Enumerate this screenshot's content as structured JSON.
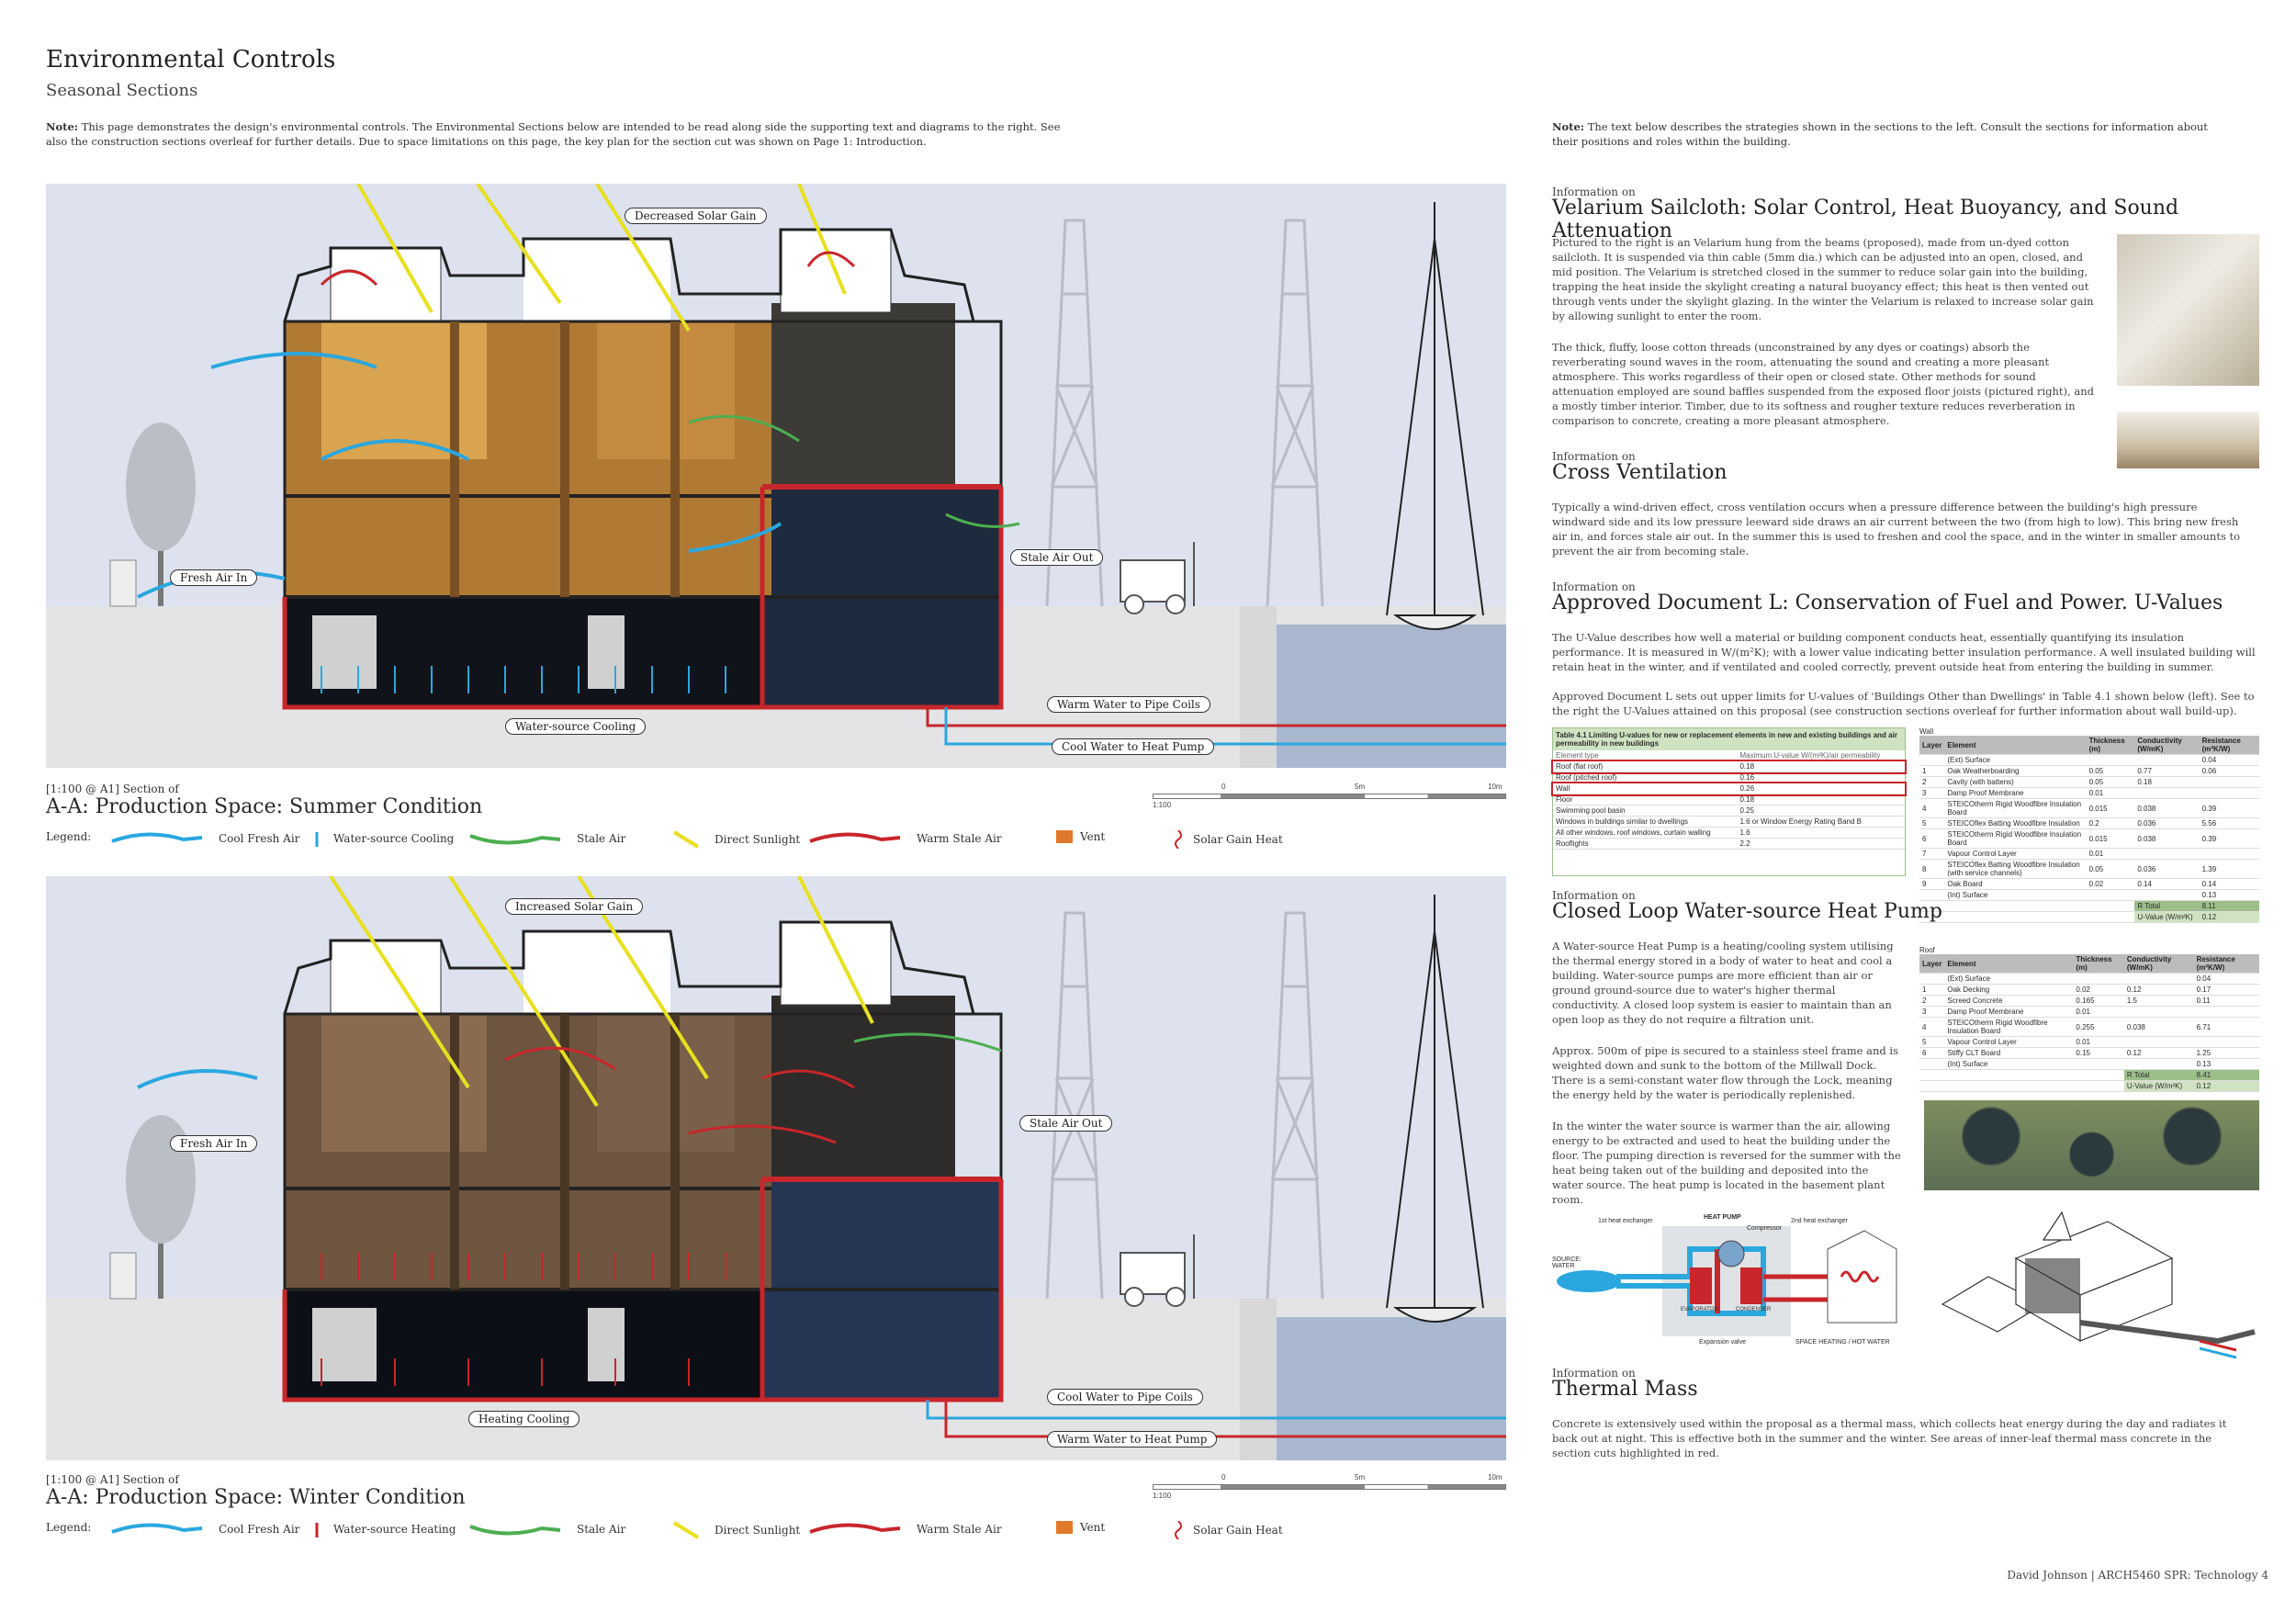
{
  "header": {
    "title": "Environmental Controls",
    "subtitle": "Seasonal Sections",
    "note_label": "Note:",
    "note_text": "This page demonstrates the design's environmental controls. The Environmental Sections below are intended to be read along side the supporting text and diagrams to the right. See also the construction sections overleaf for further details. Due to space limitations on this page, the key plan for the section cut was shown on Page 1: Introduction."
  },
  "right_note": {
    "label": "Note:",
    "text": "The text below describes the strategies shown in the sections to the left. Consult the sections for information about their positions and roles within the building."
  },
  "summer": {
    "scale_caption": "[1:100 @ A1] Section of",
    "title": "A-A: Production Space: Summer Condition",
    "labels": {
      "solar": "Decreased Solar Gain",
      "fresh": "Fresh Air In",
      "stale": "Stale Air Out",
      "cooling": "Water-source Cooling",
      "warm_pipe": "Warm Water to Pipe Coils",
      "cool_pump": "Cool Water to Heat Pump"
    },
    "legend": [
      "Legend:",
      "Cool Fresh Air",
      "Water-source Cooling",
      "Stale Air",
      "Direct Sunlight",
      "Warm Stale Air",
      "Vent",
      "Solar Gain Heat"
    ]
  },
  "winter": {
    "scale_caption": "[1:100 @ A1] Section of",
    "title": "A-A: Production Space: Winter Condition",
    "labels": {
      "solar": "Increased Solar Gain",
      "fresh": "Fresh Air In",
      "stale": "Stale Air Out",
      "heating": "Heating Cooling",
      "cool_pipe": "Cool Water to Pipe Coils",
      "warm_pump": "Warm Water to Heat Pump"
    },
    "legend": [
      "Legend:",
      "Cool Fresh Air",
      "Water-source Heating",
      "Stale Air",
      "Direct Sunlight",
      "Warm Stale Air",
      "Vent",
      "Solar Gain Heat"
    ]
  },
  "scalebar": {
    "zero": "0",
    "five": "5m",
    "ten": "10m",
    "ratio": "1:100"
  },
  "sections": [
    {
      "pre": "Information on",
      "heading": "Velarium Sailcloth: Solar Control, Heat Buoyancy, and Sound Attenuation",
      "p1": "Pictured to the right is an Velarium hung from the beams (proposed), made from un-dyed cotton sailcloth. It is suspended via thin cable (5mm dia.) which can be adjusted into an open, closed, and mid position. The Velarium is stretched closed in the summer to reduce solar gain into the building, trapping the heat inside the skylight creating a natural buoyancy effect; this heat is then vented out through vents under the skylight glazing. In the winter the Velarium is relaxed to increase solar gain by allowing sunlight to enter the room.",
      "p2": "The thick, fluffy, loose cotton threads (unconstrained by any dyes or coatings) absorb the reverberating sound waves in the room, attenuating the sound and creating a more pleasant atmosphere. This works regardless of their open or closed state. Other methods for sound attenuation employed are sound baffles suspended from the exposed floor joists (pictured right), and a mostly timber interior. Timber, due to its softness and rougher texture reduces reverberation in comparison to concrete, creating a more pleasant atmosphere."
    },
    {
      "pre": "Information on",
      "heading": "Cross Ventilation",
      "p1": "Typically a wind-driven effect, cross ventilation occurs when a pressure difference between the building's high pressure windward side and its low pressure leeward side draws an air current between the two (from high to low). This bring new fresh air in, and forces stale air out. In the summer this is used to freshen and cool the space, and in the winter in smaller amounts to prevent the air from becoming stale."
    },
    {
      "pre": "Information on",
      "heading": "Approved Document L: Conservation of Fuel and Power. U-Values",
      "p1": "The U-Value describes how well a material or building component conducts heat, essentially quantifying its insulation performance. It is measured in W/(m²K); with a lower value indicating better insulation performance. A well insulated building will retain heat in the winter, and if ventilated and cooled correctly, prevent outside heat from entering the building in summer.",
      "p2": "Approved Document L sets out upper limits for U-values of 'Buildings Other than Dwellings' in Table 4.1 shown below (left). See to the right the U-Values attained on this proposal (see construction sections overleaf for further information about wall build-up)."
    },
    {
      "pre": "Information on",
      "heading": "Closed Loop Water-source Heat Pump",
      "p1": "A Water-source Heat Pump is a heating/cooling system utilising the thermal energy stored in a body of water to heat and cool a building. Water-source pumps are more efficient than air or ground ground-source due to water's higher thermal conductivity. A closed loop system is easier to maintain than an open loop as they do not require a filtration unit.",
      "p2": "Approx. 500m of pipe is secured to a stainless steel frame and is weighted down and sunk to the bottom of the Millwall Dock. There is a semi-constant water flow through the Lock, meaning the energy held by the water is periodically replenished.",
      "p3": "In the winter the water source is warmer than the air, allowing energy to be extracted and used to heat the building under the floor. The pumping direction is reversed for the summer with the heat being taken out of the building and deposited into the water source. The heat pump is located in the basement plant room."
    },
    {
      "pre": "Information on",
      "heading": "Thermal Mass",
      "p1": "Concrete is extensively used within the proposal as a thermal mass, which collects heat energy during the day and radiates it back out at night. This is effective both in the summer and the winter. See areas of inner-leaf thermal mass concrete in the section cuts highlighted in red."
    }
  ],
  "table41": {
    "title": "Table 4.1 Limiting U-values for new or replacement elements in new and existing buildings and air permeability in new buildings",
    "head": [
      "Element type",
      "Maximum U-value W/(m²K)/air permeability"
    ],
    "rows": [
      [
        "Roof (flat roof)",
        "0.18"
      ],
      [
        "Roof (pitched roof)",
        "0.16"
      ],
      [
        "Wall",
        "0.26"
      ],
      [
        "Floor",
        "0.18"
      ],
      [
        "Swimming pool basin",
        "0.25"
      ],
      [
        "Windows in buildings similar to dwellings",
        "1.6 or Window Energy Rating Band B"
      ],
      [
        "All other windows, roof windows, curtain walling",
        "1.6"
      ],
      [
        "Rooflights",
        "2.2"
      ]
    ]
  },
  "wall_table": {
    "caption": "Wall",
    "head": [
      "Layer",
      "Element",
      "Thickness (m)",
      "Conductivity (W/mK)",
      "Resistance (m²K/W)"
    ],
    "rows": [
      [
        "",
        "(Ext) Surface",
        "",
        "",
        "0.04"
      ],
      [
        "1",
        "Oak Weatherboarding",
        "0.05",
        "0.77",
        "0.06"
      ],
      [
        "2",
        "Cavity (with battens)",
        "0.05",
        "0.18",
        ""
      ],
      [
        "3",
        "Damp Proof Membrane",
        "0.01",
        "",
        ""
      ],
      [
        "4",
        "STEICOtherm Rigid Woodfibre Insulation Board",
        "0.015",
        "0.038",
        "0.39"
      ],
      [
        "5",
        "STEICOflex Batting Woodfibre Insulation",
        "0.2",
        "0.036",
        "5.56"
      ],
      [
        "6",
        "STEICOtherm Rigid Woodfibre Insulation Board",
        "0.015",
        "0.038",
        "0.39"
      ],
      [
        "7",
        "Vapour Control Layer",
        "0.01",
        "",
        ""
      ],
      [
        "8",
        "STEICOflex Batting Woodfibre Insulation (with service channels)",
        "0.05",
        "0.036",
        "1.39"
      ],
      [
        "9",
        "Oak Board",
        "0.02",
        "0.14",
        "0.14"
      ],
      [
        "",
        "(Int) Surface",
        "",
        "",
        "0.13"
      ]
    ],
    "total_label": "R Total",
    "total": "8.11",
    "u_label": "U-Value (W/m²K)",
    "u": "0.12"
  },
  "roof_table": {
    "caption": "Roof",
    "head": [
      "Layer",
      "Element",
      "Thickness (m)",
      "Conductivity (W/mK)",
      "Resistance (m²K/W)"
    ],
    "rows": [
      [
        "",
        "(Ext) Surface",
        "",
        "",
        "0.04"
      ],
      [
        "1",
        "Oak Decking",
        "0.02",
        "0.12",
        "0.17"
      ],
      [
        "2",
        "Screed Concrete",
        "0.165",
        "1.5",
        "0.11"
      ],
      [
        "3",
        "Damp Proof Membrane",
        "0.01",
        "",
        ""
      ],
      [
        "4",
        "STEICOtherm Rigid Woodfibre Insulation Board",
        "0.255",
        "0.038",
        "6.71"
      ],
      [
        "5",
        "Vapour Control Layer",
        "0.01",
        "",
        ""
      ],
      [
        "6",
        "Stiffy CLT Board",
        "0.15",
        "0.12",
        "1.25"
      ],
      [
        "",
        "(Int) Surface",
        "",
        "",
        "0.13"
      ]
    ],
    "total_label": "R Total",
    "total": "8.41",
    "u_label": "U-Value (W/m²K)",
    "u": "0.12"
  },
  "heat_pump_diagram": {
    "source": "SOURCE: WATER",
    "hx1": "1st heat exchanger",
    "heat_pump": "HEAT PUMP",
    "compressor": "Compressor",
    "hx2": "2nd heat exchanger",
    "evaporator": "EVAPORATOR",
    "condenser": "CONDENSER",
    "expansion": "Expansion valve",
    "output": "SPACE HEATING / HOT WATER"
  },
  "footer": "David Johnson  |  ARCH5460 SPR: Technology 4",
  "colors": {
    "cool_air": "#2aa7df",
    "stale_air": "#4caf50",
    "sun": "#e8e020",
    "warm_air": "#c8262b",
    "vent": "#e07a2a",
    "sky": "#dde2ee",
    "ground": "#e5e5e5"
  },
  "icons": [
    "cool-air-arrow-icon",
    "cooling-arrow-icon",
    "stale-air-arrow-icon",
    "sunlight-arrow-icon",
    "warm-air-arrow-icon",
    "vent-icon",
    "solar-heat-icon"
  ]
}
